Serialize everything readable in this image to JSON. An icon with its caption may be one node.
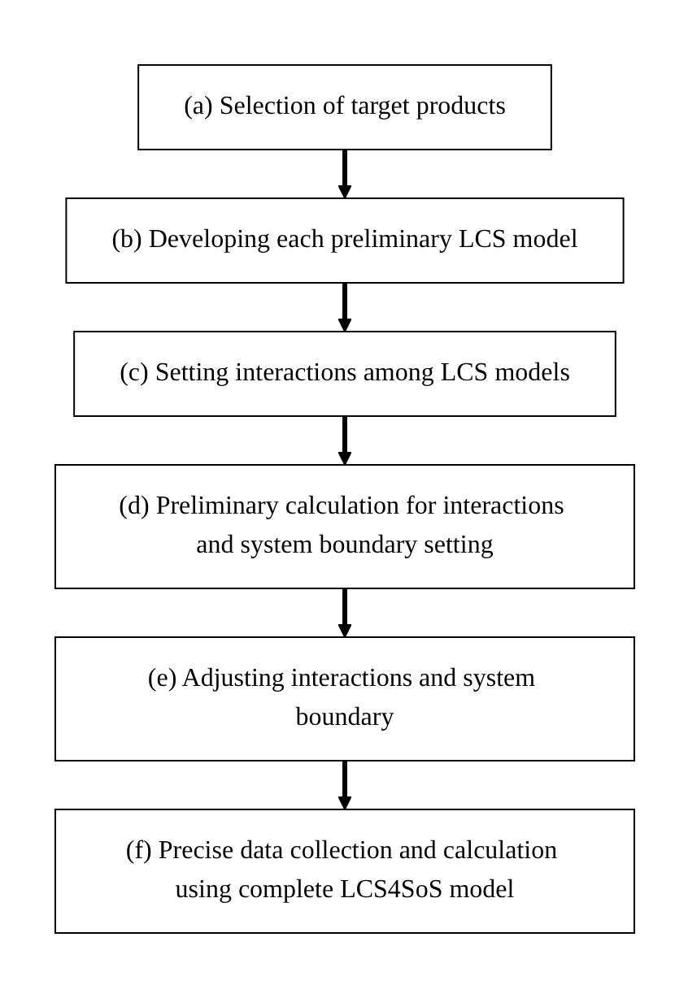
{
  "diagram": {
    "nodes": [
      {
        "text": [
          "(a) Selection of target products"
        ]
      },
      {
        "text": [
          "(b) Developing each preliminary LCS model"
        ]
      },
      {
        "text": [
          "(c) Setting interactions among LCS models"
        ]
      },
      {
        "text": [
          "(d) Preliminary calculation for interactions and system boundary setting"
        ]
      },
      {
        "text": [
          "(e) Adjusting interactions and system boundary"
        ]
      },
      {
        "text": [
          "(f) Precise data collection and calculation using complete LCS4SoS model"
        ]
      }
    ],
    "edges": [
      {
        "from": 0,
        "to": 1,
        "arrow": "to"
      },
      {
        "from": 1,
        "to": 2,
        "arrow": "to"
      },
      {
        "from": 2,
        "to": 3,
        "arrow": "to"
      },
      {
        "from": 3,
        "to": 4,
        "arrow": "to"
      },
      {
        "from": 4,
        "to": 5,
        "arrow": "to"
      }
    ]
  }
}
